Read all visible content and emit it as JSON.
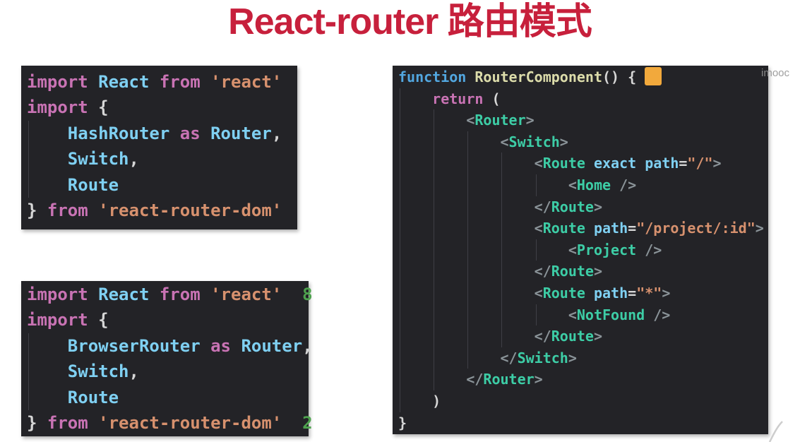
{
  "title": {
    "text": "React-router 路由模式"
  },
  "watermark": {
    "top_right": "imooc"
  },
  "theme": {
    "title_color": "#C7203C",
    "editor_bg": "#232327",
    "guide_color": "#3F3F46",
    "token_colors": {
      "keyword": "#C973B4",
      "keyword2": "#52A7E0",
      "ident": "#7FD0F2",
      "tag": "#3DCDA6",
      "string": "#D7916E",
      "fname": "#DCDCAA",
      "text": "#D6D6D6",
      "bracket": "#8A9398",
      "comment": "#4EA24E",
      "cursor": "#F2A93C"
    }
  },
  "blocks": {
    "hashrouter_import": {
      "lines": [
        [
          {
            "c": "keyword",
            "t": "import "
          },
          {
            "c": "ident",
            "t": "React "
          },
          {
            "c": "keyword",
            "t": "from "
          },
          {
            "c": "string",
            "t": "'react'"
          }
        ],
        [
          {
            "c": "keyword",
            "t": "import "
          },
          {
            "c": "text",
            "t": "{"
          }
        ],
        [
          {
            "c": "ident",
            "t": "    HashRouter "
          },
          {
            "c": "keyword",
            "t": "as "
          },
          {
            "c": "ident",
            "t": "Router"
          },
          {
            "c": "text",
            "t": ","
          }
        ],
        [
          {
            "c": "ident",
            "t": "    Switch"
          },
          {
            "c": "text",
            "t": ","
          }
        ],
        [
          {
            "c": "ident",
            "t": "    Route"
          }
        ],
        [
          {
            "c": "text",
            "t": "} "
          },
          {
            "c": "keyword",
            "t": "from "
          },
          {
            "c": "string",
            "t": "'react-router-dom'"
          }
        ]
      ]
    },
    "browserrouter_import": {
      "lines": [
        [
          {
            "c": "keyword",
            "t": "import "
          },
          {
            "c": "ident",
            "t": "React "
          },
          {
            "c": "keyword",
            "t": "from "
          },
          {
            "c": "string",
            "t": "'react'"
          },
          {
            "c": "comment",
            "t": "  8"
          }
        ],
        [
          {
            "c": "keyword",
            "t": "import "
          },
          {
            "c": "text",
            "t": "{"
          }
        ],
        [
          {
            "c": "ident",
            "t": "    BrowserRouter "
          },
          {
            "c": "keyword",
            "t": "as "
          },
          {
            "c": "ident",
            "t": "Router"
          },
          {
            "c": "text",
            "t": ","
          }
        ],
        [
          {
            "c": "ident",
            "t": "    Switch"
          },
          {
            "c": "text",
            "t": ","
          }
        ],
        [
          {
            "c": "ident",
            "t": "    Route"
          }
        ],
        [
          {
            "c": "text",
            "t": "} "
          },
          {
            "c": "keyword",
            "t": "from "
          },
          {
            "c": "string",
            "t": "'react-router-dom'"
          },
          {
            "c": "comment",
            "t": "  2"
          }
        ]
      ]
    },
    "router_component": {
      "lines": [
        [
          {
            "c": "keyword2",
            "t": "function "
          },
          {
            "c": "fname",
            "t": "RouterComponent"
          },
          {
            "c": "text",
            "t": "() { "
          },
          {
            "c": "cursor",
            "t": ""
          }
        ],
        [
          {
            "c": "keyword",
            "t": "    return "
          },
          {
            "c": "text",
            "t": "("
          }
        ],
        [
          {
            "c": "bracket",
            "t": "        <"
          },
          {
            "c": "tag",
            "t": "Router"
          },
          {
            "c": "bracket",
            "t": ">"
          }
        ],
        [
          {
            "c": "bracket",
            "t": "            <"
          },
          {
            "c": "tag",
            "t": "Switch"
          },
          {
            "c": "bracket",
            "t": ">"
          }
        ],
        [
          {
            "c": "bracket",
            "t": "                <"
          },
          {
            "c": "tag",
            "t": "Route"
          },
          {
            "c": "ident",
            "t": " exact path"
          },
          {
            "c": "text",
            "t": "="
          },
          {
            "c": "string",
            "t": "\"/\""
          },
          {
            "c": "bracket",
            "t": ">"
          }
        ],
        [
          {
            "c": "bracket",
            "t": "                    <"
          },
          {
            "c": "tag",
            "t": "Home"
          },
          {
            "c": "bracket",
            "t": " />"
          }
        ],
        [
          {
            "c": "bracket",
            "t": "                </"
          },
          {
            "c": "tag",
            "t": "Route"
          },
          {
            "c": "bracket",
            "t": ">"
          }
        ],
        [
          {
            "c": "bracket",
            "t": "                <"
          },
          {
            "c": "tag",
            "t": "Route"
          },
          {
            "c": "ident",
            "t": " path"
          },
          {
            "c": "text",
            "t": "="
          },
          {
            "c": "string",
            "t": "\"/project/:id\""
          },
          {
            "c": "bracket",
            "t": ">"
          }
        ],
        [
          {
            "c": "bracket",
            "t": "                    <"
          },
          {
            "c": "tag",
            "t": "Project"
          },
          {
            "c": "bracket",
            "t": " />"
          }
        ],
        [
          {
            "c": "bracket",
            "t": "                </"
          },
          {
            "c": "tag",
            "t": "Route"
          },
          {
            "c": "bracket",
            "t": ">"
          }
        ],
        [
          {
            "c": "bracket",
            "t": "                <"
          },
          {
            "c": "tag",
            "t": "Route"
          },
          {
            "c": "ident",
            "t": " path"
          },
          {
            "c": "text",
            "t": "="
          },
          {
            "c": "string",
            "t": "\"*\""
          },
          {
            "c": "bracket",
            "t": ">"
          }
        ],
        [
          {
            "c": "bracket",
            "t": "                    <"
          },
          {
            "c": "tag",
            "t": "NotFound"
          },
          {
            "c": "bracket",
            "t": " />"
          }
        ],
        [
          {
            "c": "bracket",
            "t": "                </"
          },
          {
            "c": "tag",
            "t": "Route"
          },
          {
            "c": "bracket",
            "t": ">"
          }
        ],
        [
          {
            "c": "bracket",
            "t": "            </"
          },
          {
            "c": "tag",
            "t": "Switch"
          },
          {
            "c": "bracket",
            "t": ">"
          }
        ],
        [
          {
            "c": "bracket",
            "t": "        </"
          },
          {
            "c": "tag",
            "t": "Router"
          },
          {
            "c": "bracket",
            "t": ">"
          }
        ],
        [
          {
            "c": "text",
            "t": "    )"
          }
        ],
        [
          {
            "c": "text",
            "t": "}"
          }
        ]
      ]
    }
  }
}
